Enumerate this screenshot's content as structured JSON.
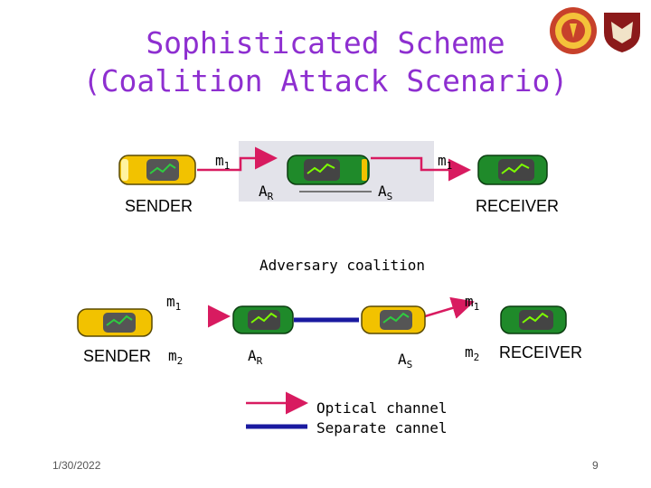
{
  "title": {
    "line1": "Sophisticated Scheme",
    "line2": "(Coalition Attack Scenario)"
  },
  "scenario1": {
    "m_left": "m1",
    "m_right": "m1",
    "sender": "SENDER",
    "receiver": "RECEIVER",
    "a_r": "AR",
    "a_s": "AS"
  },
  "coalition_label": "Adversary coalition",
  "scenario2": {
    "m1_left": "m1",
    "m1_right": "m1",
    "m2_left": "m2",
    "m2_right": "m2",
    "sender": "SENDER",
    "receiver": "RECEIVER",
    "a_r": "AR",
    "a_s": "AS"
  },
  "legend": {
    "optical": "Optical channel",
    "separate": "Separate cannel",
    "optical_color": "#d81b60",
    "separate_color": "#1a1aa0"
  },
  "footer": {
    "date": "1/30/2022",
    "page": "9"
  },
  "colors": {
    "title": "#8e2fd0",
    "yellow_car": "#f2c200",
    "green_car": "#1f8a2a",
    "arrow": "#d81b60",
    "coalition_box": "#e3e3ea"
  }
}
